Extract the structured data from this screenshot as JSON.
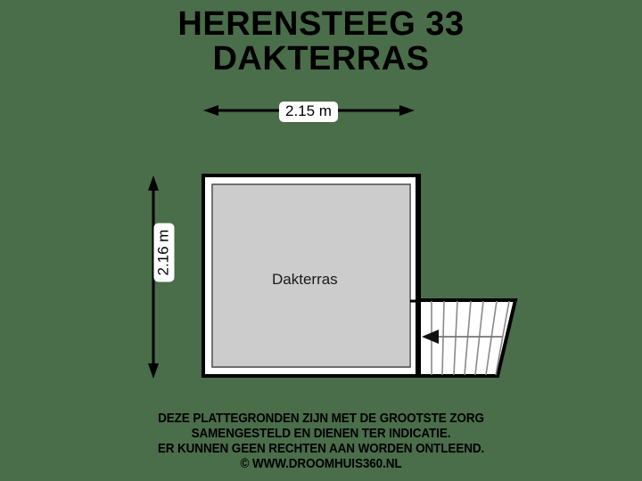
{
  "title": {
    "line1": "HERENSTEEG 33",
    "line2": "DAKTERRAS"
  },
  "dimensions": {
    "top": {
      "value": "2.15 m",
      "orientation": "horizontal"
    },
    "left": {
      "value": "2.16 m",
      "orientation": "vertical"
    }
  },
  "rooms": [
    {
      "name": "Dakterras",
      "fill": "#cccccc"
    }
  ],
  "features": {
    "staircase": {
      "name": "staircase",
      "steps": 8,
      "direction_arrow": "left"
    }
  },
  "colors": {
    "background": "#4a6d4a",
    "wall": "#000000",
    "room_fill": "#cccccc",
    "label_background": "#ffffff",
    "text": "#000000"
  },
  "footer": {
    "line1": "DEZE PLATTEGRONDEN ZIJN MET DE GROOTSTE ZORG",
    "line2": "SAMENGESTELD EN DIENEN TER INDICATIE.",
    "line3": "ER KUNNEN GEEN RECHTEN AAN WORDEN ONTLEEND.",
    "line4": "© WWW.DROOMHUIS360.NL"
  }
}
